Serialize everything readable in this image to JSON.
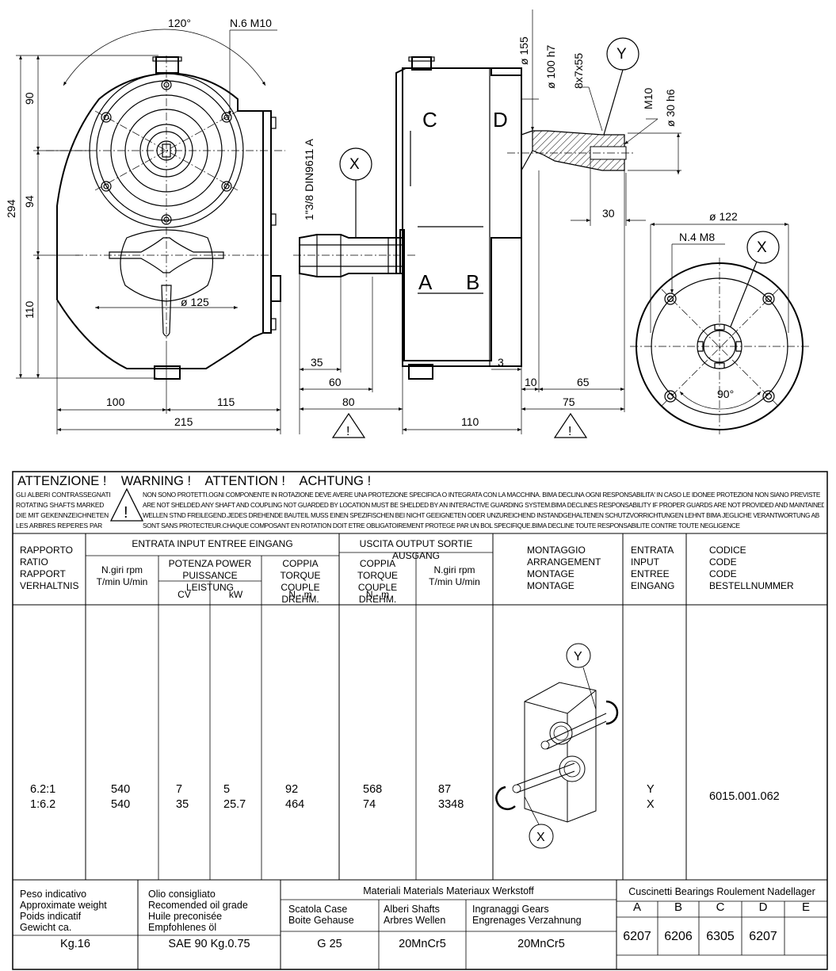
{
  "drawing": {
    "front": {
      "angle_120": "120°",
      "holes_top": "N.6 M10",
      "h_294": "294",
      "h_90": "90",
      "h_94": "94",
      "h_110": "110",
      "dia_125": "ø 125",
      "w_100": "100",
      "w_115": "115",
      "w_215": "215"
    },
    "side": {
      "spline_label": "1\"3/8 DIN9611 A",
      "bubble_x": "X",
      "bubble_y": "Y",
      "label_c": "C",
      "label_d": "D",
      "label_a": "A",
      "label_b": "B",
      "dia_155": "ø 155",
      "dia_100": "ø 100 h7",
      "key": "8x7x55",
      "m10": "M10",
      "dia_30": "ø 30 h6",
      "d_30": "30",
      "d_35": "35",
      "d_60": "60",
      "d_80": "80",
      "d_110": "110",
      "d_3": "3",
      "d_10": "10",
      "d_65": "65",
      "d_75": "75"
    },
    "flange": {
      "dia_122": "ø 122",
      "holes": "N.4 M8",
      "bubble": "X",
      "angle_90": "90°"
    }
  },
  "warning": {
    "words": [
      "ATTENZIONE !",
      "WARNING !",
      "ATTENTION !",
      "ACHTUNG !"
    ],
    "left": [
      "GLI ALBERI CONTRASSEGNATI",
      "ROTATING SHAFTS MARKED",
      "DIE MIT GEKENNZEICHNETEN",
      "LES ARBRES REPERES PAR"
    ],
    "right": [
      "NON SONO PROTETTI.OGNI COMPONENTE IN ROTAZIONE DEVE AVERE UNA PROTEZIONE SPECIFICA O INTEGRATA CON LA MACCHINA. BIMA DECLINA OGNI RESPONSABILITA' IN CASO LE IDONEE PROTEZIONI NON SIANO PREVISTE",
      "ARE NOT SHELDED.ANY SHAFT AND COUPLING NOT GUARDED BY LOCATION MUST BE SHELDED BY AN INTERACTIVE GUARDING SYSTEM.BIMA DECLINES RESPONSABILITY IF PROPER GUARDS ARE NOT PROVIDED AND MAINTAINED",
      "WELLEN STND FREILEGEND.JEDES DREHENDE BAUTEIL MUSS EINEN SPEZIFISCHEN BEI NICHT GEEIGNETEN ODER UNZUREICHEND INSTANDGEHALTENEN SCHUTZVORRICHTUNGEN LEHNT BIMA JEGLICHE VERANTWORTUNG AB",
      "SONT SANS PROTECTEUR.CHAQUE COMPOSANT EN ROTATION DOIT ETRE OBLIGATOIREMENT PROTEGE PAR UN BOL SPECIFIQUE.BIMA DECLINE TOUTE RESPONSABILITE CONTRE TOUTE NEGLIGENCE"
    ]
  },
  "table": {
    "headers": {
      "ratio": [
        "RAPPORTO",
        "RATIO",
        "RAPPORT",
        "VERHALTNIS"
      ],
      "input": "ENTRATA INPUT ENTREE EINGANG",
      "output": "USCITA OUTPUT SORTIE AUSGANG",
      "rpm_in": [
        "N.giri  rpm",
        "T/min  U/min"
      ],
      "power": [
        "POTENZA POWER",
        "PUISSANCE LEISTUNG"
      ],
      "cv": "CV",
      "kw": "kW",
      "torque_in": [
        "COPPIA TORQUE",
        "COUPLE DREHM."
      ],
      "nm_in": "N · m",
      "torque_out": [
        "COPPIA TORQUE",
        "COUPLE DREHM."
      ],
      "nm_out": "N · m",
      "rpm_out": [
        "N.giri  rpm",
        "T/min  U/min"
      ],
      "arrangement": [
        "MONTAGGIO",
        "ARRANGEMENT",
        "MONTAGE",
        "MONTAGE"
      ],
      "entry": [
        "ENTRATA",
        "INPUT",
        "ENTREE",
        "EINGANG"
      ],
      "code": [
        "CODICE",
        "CODE",
        "CODE",
        "BESTELLNUMMER"
      ]
    },
    "rows": [
      {
        "ratio": "6.2:1",
        "rpm_in": "540",
        "cv": "7",
        "kw": "5",
        "torque_in": "92",
        "torque_out": "568",
        "rpm_out": "87",
        "entry": "Y"
      },
      {
        "ratio": "1:6.2",
        "rpm_in": "540",
        "cv": "35",
        "kw": "25.7",
        "torque_in": "464",
        "torque_out": "74",
        "rpm_out": "3348",
        "entry": "X"
      }
    ],
    "code": "6015.001.062",
    "arr_y": "Y",
    "arr_x": "X"
  },
  "footer": {
    "weight_labels": [
      "Peso indicativo",
      "Approximate weight",
      "Poids indicatif",
      "Gewicht ca."
    ],
    "weight": "Kg.16",
    "oil_labels": [
      "Olio consigliato",
      "Recomended oil grade",
      "Huile preconisée",
      "Empfohlenes öl"
    ],
    "oil": "SAE 90 Kg.0.75",
    "materials_title": "Materiali Materials Materiaux Werkstoff",
    "case_labels": [
      "Scatola Case",
      "Boite Gehause"
    ],
    "case": "G 25",
    "shafts_labels": [
      "Alberi Shafts",
      "Arbres Wellen"
    ],
    "shafts": "20MnCr5",
    "gears_labels": [
      "Ingranaggi Gears",
      "Engrenages Verzahnung"
    ],
    "gears": "20MnCr5",
    "bearings_title": "Cuscinetti Bearings Roulement Nadellager",
    "bearing_letters": [
      "A",
      "B",
      "C",
      "D",
      "E"
    ],
    "bearings": [
      "6207",
      "6206",
      "6305",
      "6207",
      ""
    ]
  }
}
